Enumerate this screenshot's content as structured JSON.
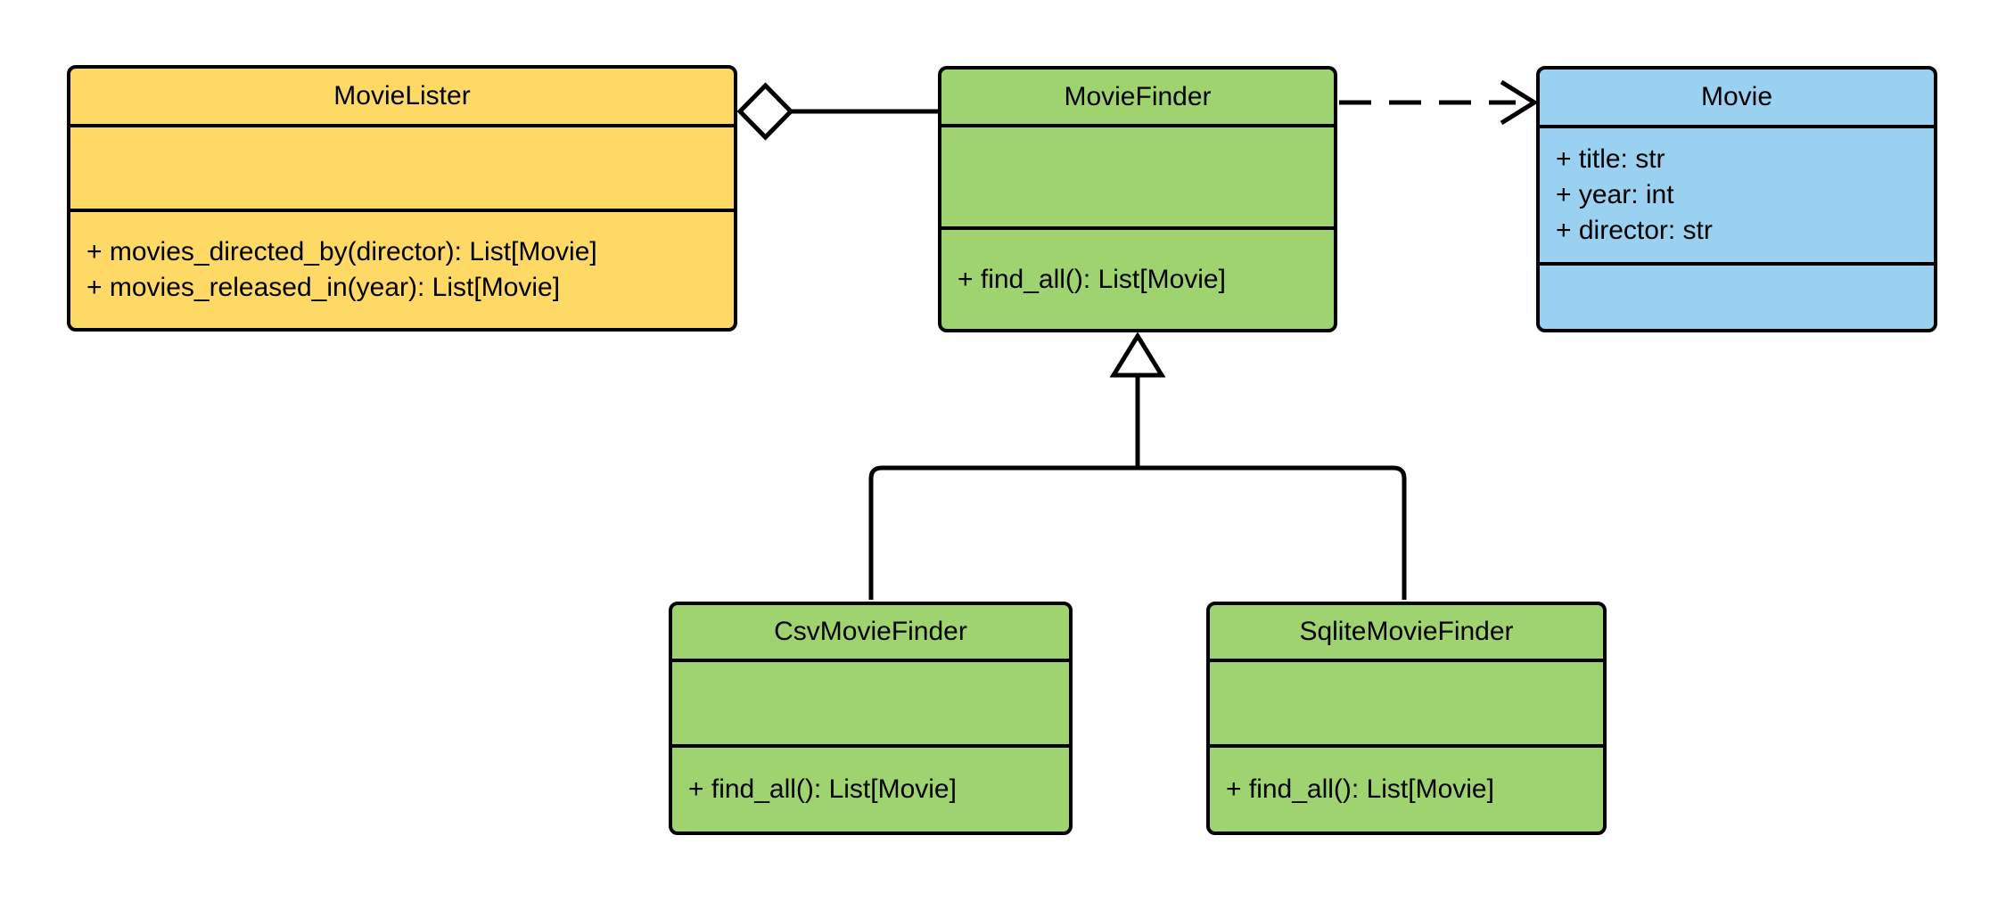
{
  "diagram": {
    "kind": "uml_class_diagram",
    "background": "#FFFFFF",
    "stroke_color": "#000000",
    "text_color": "#000000",
    "marker_fill": "#FFFFFF"
  },
  "classes": [
    {
      "name": "MovieLister",
      "fill": "#FFD966",
      "attributes": [],
      "methods": [
        "+ movies_directed_by(director): List[Movie]",
        "+ movies_released_in(year): List[Movie]"
      ]
    },
    {
      "name": "MovieFinder",
      "fill": "#9ED36F",
      "attributes": [],
      "methods": [
        "+ find_all(): List[Movie]"
      ]
    },
    {
      "name": "Movie",
      "fill": "#9AD1F0",
      "attributes": [
        "+ title: str",
        "+ year: int",
        "+ director: str"
      ],
      "methods": []
    },
    {
      "name": "CsvMovieFinder",
      "fill": "#9ED36F",
      "attributes": [],
      "methods": [
        "+ find_all(): List[Movie]"
      ]
    },
    {
      "name": "SqliteMovieFinder",
      "fill": "#9ED36F",
      "attributes": [],
      "methods": [
        "+ find_all(): List[Movie]"
      ]
    }
  ],
  "relationships": [
    {
      "type": "aggregation",
      "source": "MovieLister",
      "target": "MovieFinder",
      "notation": "hollow diamond at MovieLister, solid line"
    },
    {
      "type": "dependency",
      "source": "MovieFinder",
      "target": "Movie",
      "notation": "dashed line with open arrowhead at Movie"
    },
    {
      "type": "inheritance",
      "source": "CsvMovieFinder",
      "target": "MovieFinder",
      "notation": "hollow triangle at MovieFinder"
    },
    {
      "type": "inheritance",
      "source": "SqliteMovieFinder",
      "target": "MovieFinder",
      "notation": "hollow triangle at MovieFinder"
    }
  ]
}
